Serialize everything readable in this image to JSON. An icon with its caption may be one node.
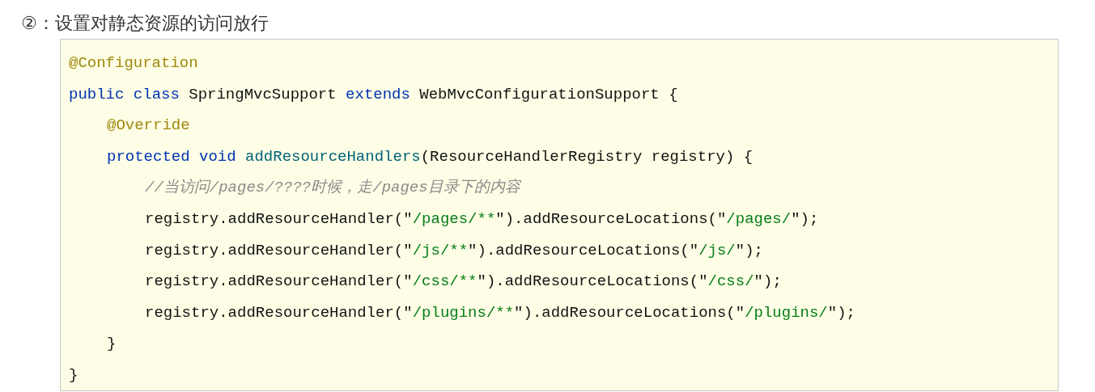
{
  "diagram": {
    "title": "②：设置对静态资源的访问放行",
    "nodes": [
      {
        "text": [
          "@Configuration",
          "public class SpringMvcSupport extends WebMvcConfigurationSupport {",
          "@Override",
          "protected void addResourceHandlers(ResourceHandlerRegistry registry) {",
          "//当访问/pages/????时候，走/pages目录下的内容",
          "registry.addResourceHandler(\"/pages/**\").addResourceLocations(\"/pages/\");",
          "registry.addResourceHandler(\"/js/**\").addResourceLocations(\"/js/\");",
          "registry.addResourceHandler(\"/css/**\").addResourceLocations(\"/css/\");",
          "registry.addResourceHandler(\"/plugins/**\").addResourceLocations(\"/plugins/\");",
          "}",
          "}"
        ]
      }
    ]
  }
}
